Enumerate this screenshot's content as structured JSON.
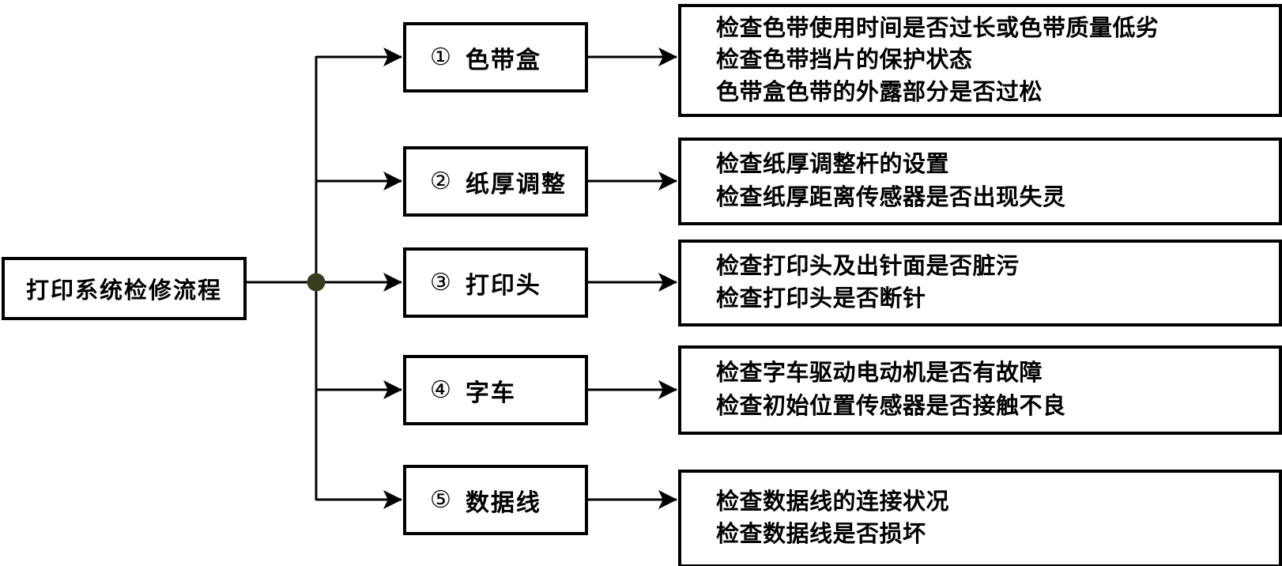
{
  "diagram": {
    "title_box": {
      "label": "打印系统检修流程"
    },
    "junction": {
      "name": "branch-junction-dot",
      "color": "#3b3b20"
    },
    "line_color": "#000000",
    "box_border_color": "#000000",
    "background_color": "#ffffff",
    "branches": [
      {
        "marker": "①",
        "label": "色带盒",
        "details": [
          "检查色带使用时间是否过长或色带质量低劣",
          "检查色带挡片的保护状态",
          "色带盒色带的外露部分是否过松"
        ]
      },
      {
        "marker": "②",
        "label": "纸厚调整",
        "details": [
          "检查纸厚调整杆的设置",
          "检查纸厚距离传感器是否出现失灵"
        ]
      },
      {
        "marker": "③",
        "label": "打印头",
        "details": [
          "检查打印头及出针面是否脏污",
          "检查打印头是否断针"
        ]
      },
      {
        "marker": "④",
        "label": "字车",
        "details": [
          "检查字车驱动电动机是否有故障",
          "检查初始位置传感器是否接触不良"
        ]
      },
      {
        "marker": "⑤",
        "label": "数据线",
        "details": [
          "检查数据线的连接状况",
          "检查数据线是否损坏"
        ]
      }
    ]
  }
}
